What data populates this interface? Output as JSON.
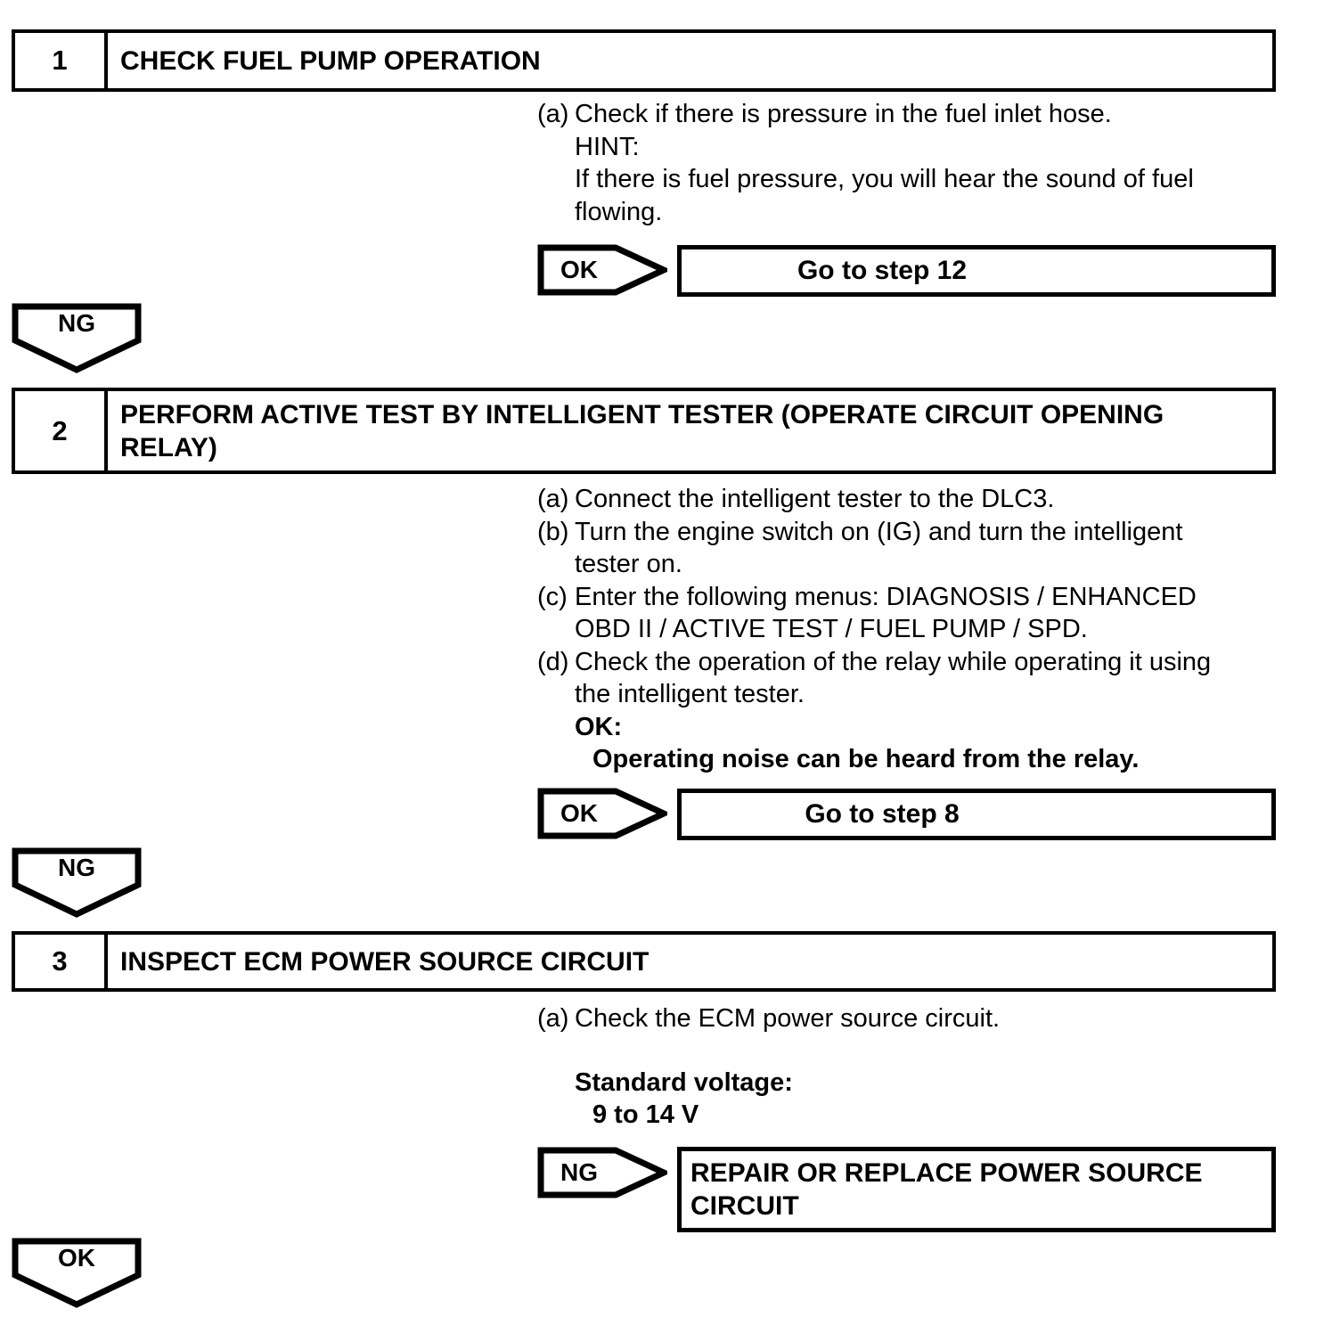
{
  "page": {
    "background": "#ffffff",
    "ink": "#000000"
  },
  "steps": [
    {
      "number": "1",
      "title": "CHECK FUEL PUMP OPERATION",
      "lines": [
        {
          "marker": "(a)",
          "text": "Check if there is pressure in the fuel inlet hose."
        },
        {
          "marker": "",
          "text": "HINT:"
        },
        {
          "marker": "",
          "text": "If there is fuel pressure, you will hear the sound of fuel"
        },
        {
          "marker": "",
          "text": "flowing."
        }
      ],
      "result": {
        "label": "OK",
        "action": "Go to step 12"
      }
    },
    {
      "number": "2",
      "title": "PERFORM ACTIVE TEST BY INTELLIGENT TESTER (OPERATE CIRCUIT OPENING RELAY)",
      "lines": [
        {
          "marker": "(a)",
          "text": "Connect the intelligent tester to the DLC3."
        },
        {
          "marker": "(b)",
          "text": "Turn the engine switch on (IG) and turn the intelligent"
        },
        {
          "marker": "",
          "text": "tester on."
        },
        {
          "marker": "(c)",
          "text": "Enter the following menus: DIAGNOSIS / ENHANCED"
        },
        {
          "marker": "",
          "text": "OBD II / ACTIVE TEST / FUEL PUMP / SPD."
        },
        {
          "marker": "(d)",
          "text": "Check the operation of the relay while operating it using"
        },
        {
          "marker": "",
          "text": "the intelligent tester."
        },
        {
          "marker": "",
          "text": "OK:"
        },
        {
          "marker": "",
          "text": "Operating noise can be heard from the relay."
        }
      ],
      "result": {
        "label": "OK",
        "action": "Go to step 8"
      }
    },
    {
      "number": "3",
      "title": "INSPECT ECM POWER SOURCE CIRCUIT",
      "lines": [
        {
          "marker": "(a)",
          "text": "Check the ECM power source circuit."
        },
        {
          "marker": "",
          "text": "Standard voltage:"
        },
        {
          "marker": "",
          "text": "9 to 14 V"
        }
      ],
      "result": {
        "label": "NG",
        "action_lines": [
          "REPAIR OR REPLACE POWER SOURCE",
          "CIRCUIT"
        ]
      }
    }
  ],
  "connectors": [
    {
      "label": "NG"
    },
    {
      "label": "NG"
    },
    {
      "label": "OK"
    }
  ]
}
